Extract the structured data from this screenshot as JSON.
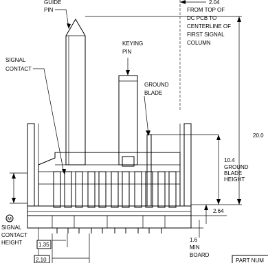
{
  "labels": {
    "guide_pin": [
      "GUIDE",
      "PIN"
    ],
    "keying_pin": [
      "KEYING",
      "PIN"
    ],
    "signal_contact": [
      "SIGNAL",
      "CONTACT"
    ],
    "ground_blade": [
      "GROUND",
      "BLADE"
    ],
    "from_top_note": [
      "FROM TOP OF",
      "DC PCB TO",
      "CENTERLINE OF",
      "FIRST SIGNAL",
      "COLUMN"
    ],
    "ground_blade_height": [
      "10.4",
      "GROUND",
      "BLADE",
      "HEIGHT"
    ],
    "signal_contact_height": [
      "SIGNAL",
      "CONTACT",
      "HEIGHT"
    ],
    "min_board": [
      "1.6",
      "MIN",
      "BOARD"
    ],
    "datum_symbol": "M",
    "part_number_fragment": "PART NUM"
  },
  "dimensions": {
    "top_offset": "2.04",
    "overall_height": "20.0",
    "board_offset": "2.64",
    "pitch_small": "1.35",
    "pitch_large": "2.10"
  }
}
